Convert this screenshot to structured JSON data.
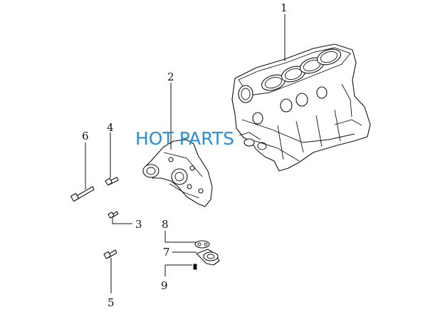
{
  "watermark": {
    "text": "HOT PARTS",
    "color": "#2a8fd6"
  },
  "callouts": [
    {
      "id": "1",
      "label": "1"
    },
    {
      "id": "2",
      "label": "2"
    },
    {
      "id": "3",
      "label": "3"
    },
    {
      "id": "4",
      "label": "4"
    },
    {
      "id": "5",
      "label": "5"
    },
    {
      "id": "6",
      "label": "6"
    },
    {
      "id": "7",
      "label": "7"
    },
    {
      "id": "8",
      "label": "8"
    },
    {
      "id": "9",
      "label": "9"
    }
  ]
}
